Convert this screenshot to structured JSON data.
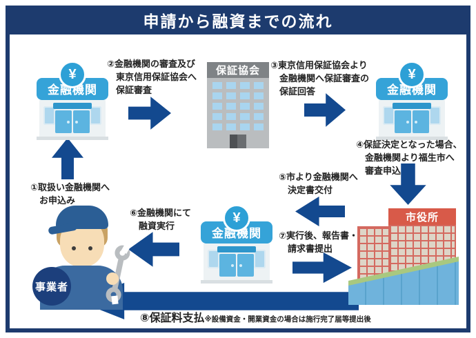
{
  "title": "申請から融資までの流れ",
  "buildings": {
    "bank_label": "金融機関",
    "yen_symbol": "¥",
    "guarantee_label": "保証協会",
    "cityhall_label": "市役所"
  },
  "actor": {
    "label": "事業者"
  },
  "steps": {
    "s1": {
      "l1": "①取扱い金融機関へ",
      "l2": "お申込み"
    },
    "s2": {
      "l1": "②金融機関の審査及び",
      "l2": "東京信用保証協会へ",
      "l3": "保証審査"
    },
    "s3": {
      "l1": "③東京信用保証協会より",
      "l2": "金融機関へ保証審査の",
      "l3": "保証回答"
    },
    "s4": {
      "l1": "④保証決定となった場合、",
      "l2": "金融機関より福生市へ",
      "l3": "審査申込"
    },
    "s5": {
      "l1": "⑤市より金融機関へ",
      "l2": "決定書交付"
    },
    "s6": {
      "l1": "⑥金融機関にて",
      "l2": "融資実行"
    },
    "s7": {
      "l1": "⑦実行後、報告書・",
      "l2": "請求書提出"
    },
    "s8": {
      "main": "⑧保証料支払",
      "sub": "※設備資金・開業資金の場合は施行完了届等提出後"
    }
  },
  "colors": {
    "frame_navy": "#1d3b6e",
    "arrow_navy": "#13498f",
    "bank_blue": "#35a3d8",
    "bank_door_blue": "#5cb4e0",
    "office_gray": "#babdbf",
    "office_header_gray": "#7f8386",
    "cityhall_red": "#d4695f",
    "cityhall_label_red": "#d85a49",
    "glass_blue": "#6fb3dc",
    "badge_navy": "#1c3f7c"
  }
}
